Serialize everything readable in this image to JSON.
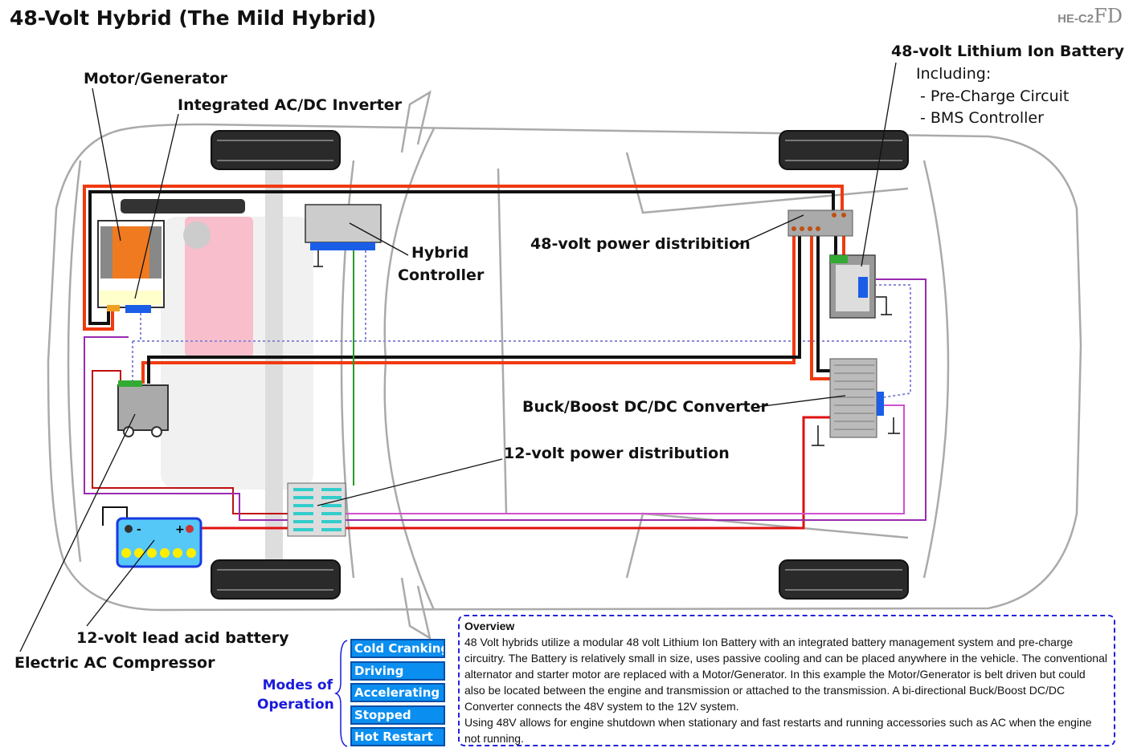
{
  "title": "48-Volt Hybrid (The Mild Hybrid)",
  "logo": {
    "code": "HE-C2",
    "mark": "FD"
  },
  "labels": {
    "motor_generator": "Motor/Generator",
    "inverter": "Integrated AC/DC Inverter",
    "hybrid_controller_1": "Hybrid",
    "hybrid_controller_2": "Controller",
    "power48": "48-volt power distribition",
    "battery48_title": "48-volt Lithium Ion Battery",
    "battery48_including": "Including:",
    "battery48_item1": "- Pre-Charge Circuit",
    "battery48_item2": "- BMS Controller",
    "dcdc": "Buck/Boost DC/DC Converter",
    "power12": "12-volt power distribution",
    "battery12": "12-volt lead acid battery",
    "ac_compressor": "Electric AC Compressor",
    "battery12_minus": "-",
    "battery12_plus": "+"
  },
  "modes": {
    "label_line1": "Modes of",
    "label_line2": "Operation",
    "items": [
      "Cold Cranking",
      "Driving",
      "Accelerating",
      "Stopped",
      "Hot Restart"
    ]
  },
  "overview": {
    "heading": "Overview",
    "paragraph1": "48 Volt hybrids utilize a modular 48 volt Lithium Ion Battery with an integrated battery management system and pre-charge circuitry. The Battery is relatively small in size, uses passive cooling and can be placed anywhere in the vehicle. The conventional alternator and starter motor are replaced with a Motor/Generator. In this example the Motor/Generator is belt driven but could also be located between the engine and transmission or attached to the transmission. A bi-directional Buck/Boost DC/DC Converter connects the 48V system to the 12V system.",
    "paragraph2": "Using 48V allows for engine shutdown when stationary and fast restarts and running accessories such as AC when the engine not running."
  },
  "colors": {
    "wire_48v_pos": "#f03a10",
    "wire_48v_neg": "#111111",
    "wire_12v": "#e01010",
    "can_bus": "#8888dd",
    "mode_button": "#0a8ef0",
    "accent": "#1a1adc"
  }
}
